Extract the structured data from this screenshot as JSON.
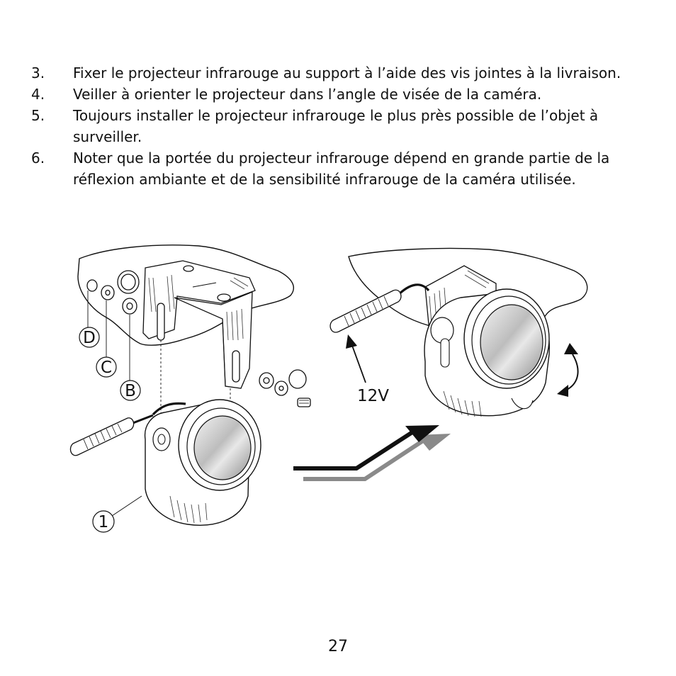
{
  "instructions": [
    {
      "number": "3.",
      "text": "Fixer le projecteur infrarouge au support à l’aide des vis jointes à la livraison."
    },
    {
      "number": "4.",
      "text": "Veiller à orienter le projecteur dans l’angle de visée de la caméra."
    },
    {
      "number": "5.",
      "text": "Toujours installer le projecteur infrarouge le plus près possible de l’objet à surveiller."
    },
    {
      "number": "6.",
      "text": "Noter que la portée du projecteur infrarouge dépend en grande partie de la réflexion ambiante et de la sensibilité infrarouge de la caméra utilisée."
    }
  ],
  "figure": {
    "callouts": {
      "d": "D",
      "c": "C",
      "b": "B",
      "one": "1"
    },
    "voltage_label": "12V"
  },
  "page_number": "27"
}
